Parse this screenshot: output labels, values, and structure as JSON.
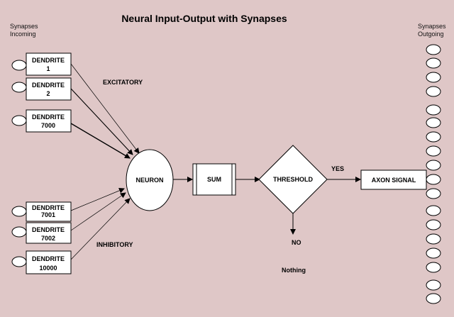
{
  "title": "Neural Input-Output with Synapses",
  "incoming_header": {
    "line1": "Synapses",
    "line2": "Incoming"
  },
  "outgoing_header": {
    "line1": "Synapses",
    "line2": "Outgoing"
  },
  "dendrites": [
    {
      "line1": "DENDRITE",
      "line2": "1"
    },
    {
      "line1": "DENDRITE",
      "line2": "2"
    },
    {
      "line1": "DENDRITE",
      "line2": "7000"
    },
    {
      "line1": "DENDRITE",
      "line2": "7001"
    },
    {
      "line1": "DENDRITE",
      "line2": "7002"
    },
    {
      "line1": "DENDRITE",
      "line2": "10000"
    }
  ],
  "excitatory_label": "EXCITATORY",
  "inhibitory_label": "INHIBITORY",
  "neuron_label": "NEURON",
  "sum_label": "SUM",
  "threshold_label": "THRESHOLD",
  "yes_label": "YES",
  "no_label": "NO",
  "nothing_label": "Nothing",
  "axon_label": "AXON SIGNAL",
  "colors": {
    "background": "#dfc7c7",
    "shape_fill": "#ffffff",
    "stroke": "#000000"
  }
}
